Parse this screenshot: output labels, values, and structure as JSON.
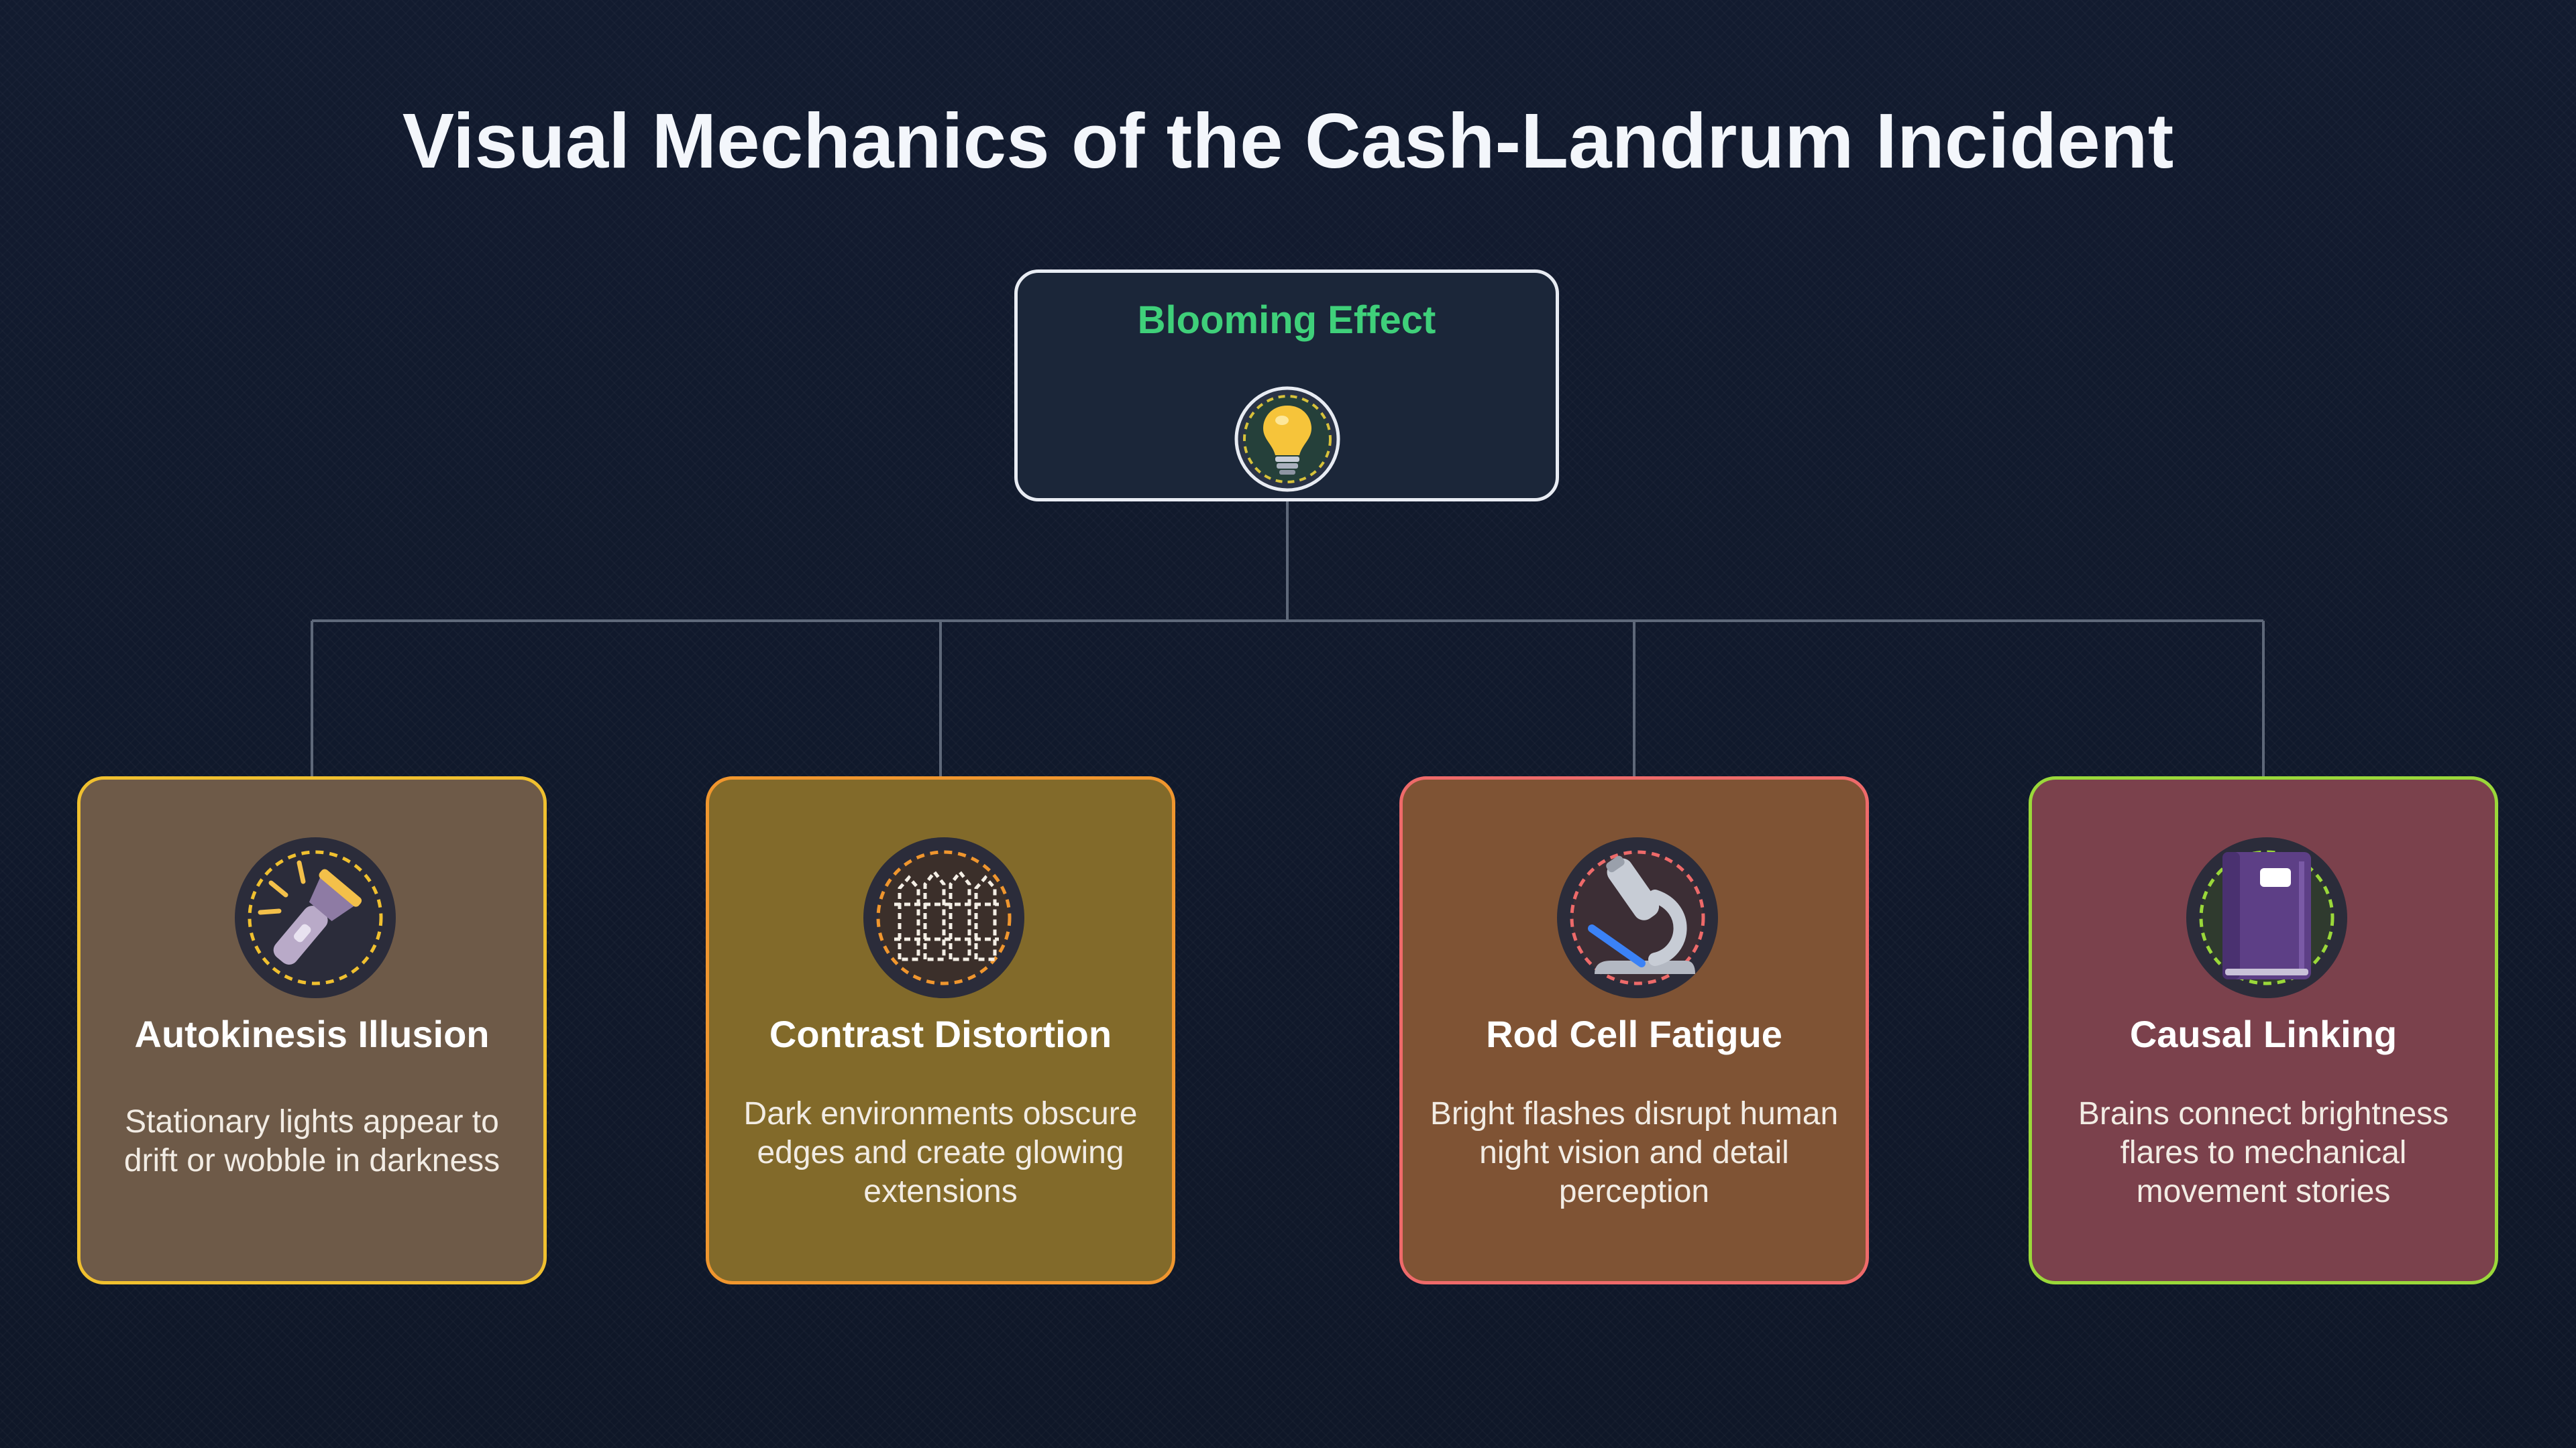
{
  "title": "Visual Mechanics of the Cash-Landrum Incident",
  "root": {
    "label": "Blooming Effect",
    "label_color": "#3fd07a",
    "icon": "lightbulb-icon"
  },
  "cards": [
    {
      "title": "Autokinesis Illusion",
      "description": "Stationary lights appear to drift or wobble in darkness",
      "icon": "flashlight-icon",
      "bg": "#6e5a48",
      "border": "#f0c02f"
    },
    {
      "title": "Contrast Distortion",
      "description": "Dark environments obscure edges and create glowing extensions",
      "icon": "fence-icon",
      "bg": "#826a2a",
      "border": "#f0962e"
    },
    {
      "title": "Rod Cell Fatigue",
      "description": "Bright flashes disrupt human night vision and detail perception",
      "icon": "microscope-icon",
      "bg": "#7f5334",
      "border": "#ee6a6a"
    },
    {
      "title": "Causal Linking",
      "description": "Brains connect brightness flares to mechanical movement stories",
      "icon": "notebook-icon",
      "bg": "#7b414c",
      "border": "#9ad83a"
    }
  ]
}
